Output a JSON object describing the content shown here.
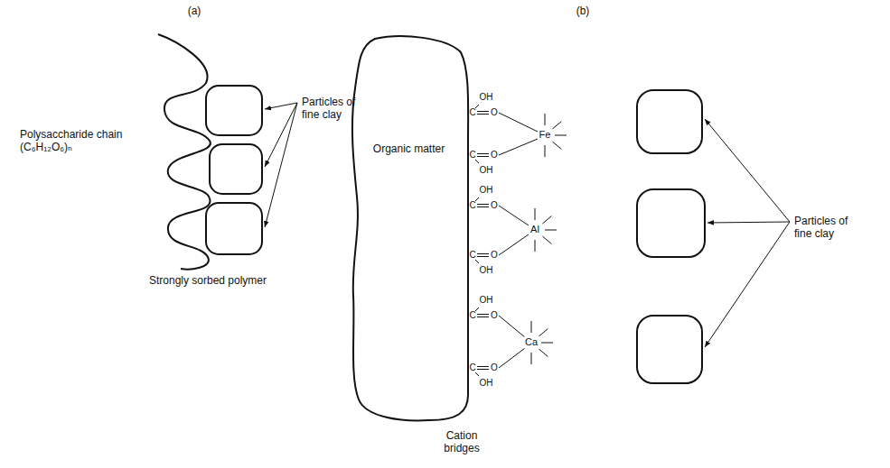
{
  "diagram": {
    "nodes": [
      {
        "text": [
          "Organic matter"
        ]
      }
    ],
    "labels": [
      "(a)",
      "(b)",
      "Polysaccharide chain (C₆H₁₂O₆)ₙ",
      "Particles of fine clay",
      "Strongly sorbed polymer",
      "OH",
      "C",
      "O",
      "Fe",
      "C",
      "O",
      "OH",
      "OH",
      "C",
      "O",
      "Al",
      "C",
      "O",
      "OH",
      "OH",
      "C",
      "O",
      "Ca",
      "C",
      "O",
      "OH",
      "Particles of fine clay",
      "Cation bridges"
    ]
  }
}
